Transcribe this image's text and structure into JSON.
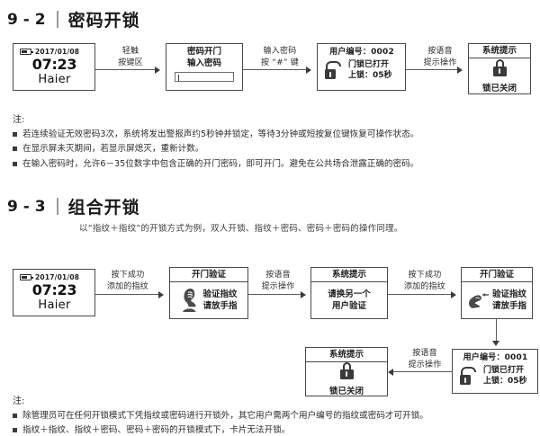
{
  "section_9_2": {
    "number": "9 - 2",
    "title": "密码开锁",
    "flow": {
      "screen": {
        "date": "2017/01/08",
        "time": "07:23",
        "brand": "Haier"
      },
      "label1": {
        "line1": "轻触",
        "line2": "按键区"
      },
      "password_box": {
        "line1": "密码开门",
        "line2": "输入密码",
        "input_value": ""
      },
      "label2": {
        "line1": "输入密码",
        "line2": "按 “#” 键"
      },
      "user_box": {
        "user_id": "用户编号：0002",
        "line1": "门锁已打开",
        "line2": "上锁：05秒",
        "icon": "unlock-icon"
      },
      "label3": {
        "line1": "按语音",
        "line2": "提示操作"
      },
      "sys_box": {
        "header": "系统提示",
        "caption": "锁已关闭",
        "icon": "lock-closed-icon"
      }
    },
    "notes": {
      "title": "注:",
      "items": [
        "若连续验证无效密码3次，系统将发出警报声约5秒钟并锁定，等待3分钟或短按复位键恢复可操作状态。",
        "在显示屏未灭期间，若显示屏熄灭，重新计数。",
        "在输入密码时，允许6－35位数字中包含正确的开门密码，即可开门。避免在公共场合泄露正确的密码。"
      ]
    }
  },
  "section_9_3": {
    "number": "9 - 3",
    "title": "组合开锁",
    "subtitle": "以“指纹＋指纹”的开锁方式为例，双人开锁、指纹＋密码、密码＋密码的操作同理。",
    "flow": {
      "screen": {
        "date": "2017/01/08",
        "time": "07:23",
        "brand": "Haier"
      },
      "label1": {
        "line1": "按下成功",
        "line2": "添加的指纹"
      },
      "verify_box_1": {
        "header": "开门验证",
        "line1": "验证指纹",
        "line2": "请放手指",
        "icon": "fingerprint-head-icon"
      },
      "label2": {
        "line1": "按语音",
        "line2": "提示操作"
      },
      "sys_box_1": {
        "header": "系统提示",
        "line1": "请换另一个",
        "line2": "用户验证"
      },
      "label3": {
        "line1": "按下成功",
        "line2": "添加的指纹"
      },
      "verify_box_2": {
        "header": "开门验证",
        "line1": "验证指纹",
        "line2": "请放手指",
        "icon": "finger-press-icon"
      },
      "user_box": {
        "user_id": "用户编号：0001",
        "line1": "门锁已打开",
        "line2": "上锁：05秒",
        "icon": "unlock-icon"
      },
      "label4": {
        "line1": "按语音",
        "line2": "提示操作"
      },
      "sys_box_2": {
        "header": "系统提示",
        "caption": "锁已关闭",
        "icon": "lock-closed-icon"
      }
    },
    "notes": {
      "title": "注:",
      "items": [
        "除管理员可在任何开锁模式下凭指纹或密码进行开锁外，其它用户需两个用户编号的指纹或密码才可开锁。",
        "指纹＋指纹、指纹＋密码、密码＋密码的开锁模式下，卡片无法开锁。"
      ]
    }
  }
}
